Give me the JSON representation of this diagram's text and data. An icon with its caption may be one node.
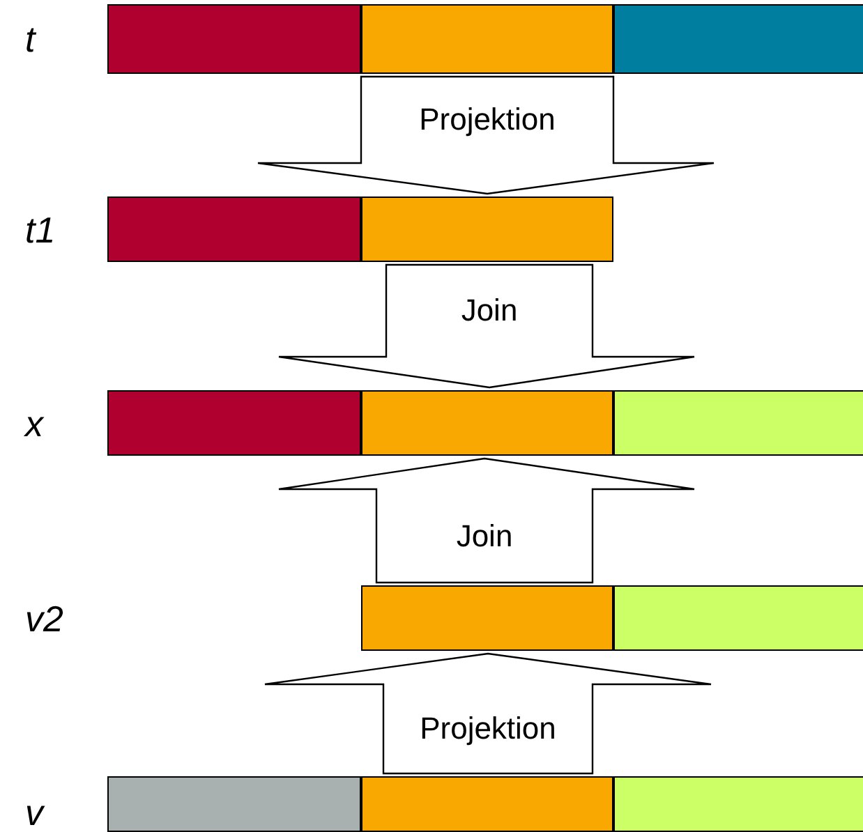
{
  "diagram": {
    "nodes": [
      {
        "text": [
          "t"
        ]
      },
      {
        "text": [],
        "shape": "box",
        "in": 0
      },
      {
        "text": [],
        "shape": "box",
        "in": 0
      },
      {
        "text": [],
        "shape": "box",
        "in": 0
      },
      {
        "text": [
          "t1"
        ]
      },
      {
        "text": [],
        "shape": "box",
        "in": 4
      },
      {
        "text": [],
        "shape": "box",
        "in": 4
      },
      {
        "text": [
          "x"
        ]
      },
      {
        "text": [],
        "shape": "box",
        "in": 7
      },
      {
        "text": [],
        "shape": "box",
        "in": 7
      },
      {
        "text": [],
        "shape": "box",
        "in": 7
      },
      {
        "text": [
          "v2"
        ]
      },
      {
        "text": [],
        "shape": "box",
        "in": 11
      },
      {
        "text": [],
        "shape": "box",
        "in": 11
      },
      {
        "text": [
          "v"
        ]
      },
      {
        "text": [],
        "shape": "box",
        "in": 14
      },
      {
        "text": [],
        "shape": "box",
        "in": 14
      },
      {
        "text": [],
        "shape": "box",
        "in": 14
      }
    ],
    "edges": [
      {
        "from": 0,
        "to": 4,
        "arrow": "to",
        "label": "Projektion"
      },
      {
        "from": 4,
        "to": 7,
        "arrow": "to",
        "label": "Join"
      },
      {
        "from": 11,
        "to": 7,
        "arrow": "to",
        "label": "Join"
      },
      {
        "from": 14,
        "to": 11,
        "arrow": "to",
        "label": "Projektion"
      }
    ]
  }
}
